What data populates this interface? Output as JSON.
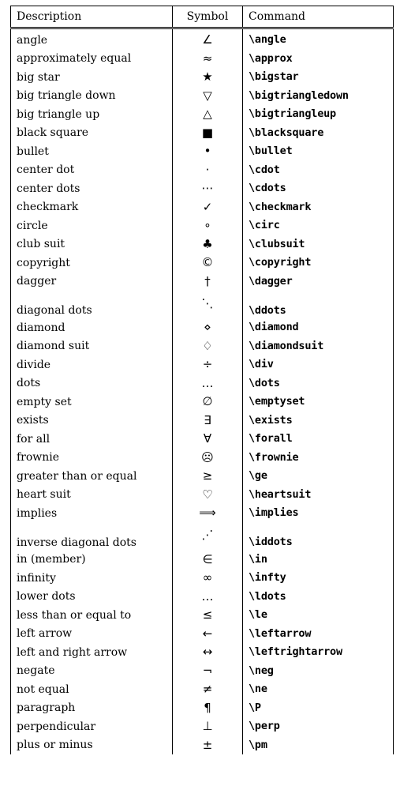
{
  "table": {
    "headers": {
      "description": "Description",
      "symbol": "Symbol",
      "command": "Command"
    },
    "rows": [
      {
        "description": "angle",
        "symbol": "∠",
        "command": "\\angle"
      },
      {
        "description": "approximately equal",
        "symbol": "≈",
        "command": "\\approx"
      },
      {
        "description": "big star",
        "symbol": "★",
        "command": "\\bigstar"
      },
      {
        "description": "big triangle down",
        "symbol": "▽",
        "command": "\\bigtriangledown"
      },
      {
        "description": "big triangle up",
        "symbol": "△",
        "command": "\\bigtriangleup"
      },
      {
        "description": "black square",
        "symbol": "■",
        "command": "\\blacksquare"
      },
      {
        "description": "bullet",
        "symbol": "•",
        "command": "\\bullet"
      },
      {
        "description": "center dot",
        "symbol": "·",
        "command": "\\cdot"
      },
      {
        "description": "center dots",
        "symbol": "⋯",
        "command": "\\cdots"
      },
      {
        "description": "checkmark",
        "symbol": "✓",
        "command": "\\checkmark"
      },
      {
        "description": "circle",
        "symbol": "∘",
        "command": "\\circ"
      },
      {
        "description": "club suit",
        "symbol": "♣",
        "command": "\\clubsuit"
      },
      {
        "description": "copyright",
        "symbol": "©",
        "command": "\\copyright"
      },
      {
        "description": "dagger",
        "symbol": "†",
        "command": "\\dagger"
      },
      {
        "description": "diagonal dots",
        "symbol": "⋱",
        "command": "\\ddots"
      },
      {
        "description": "diamond",
        "symbol": "⋄",
        "command": "\\diamond"
      },
      {
        "description": "diamond suit",
        "symbol": "♢",
        "command": "\\diamondsuit"
      },
      {
        "description": "divide",
        "symbol": "÷",
        "command": "\\div"
      },
      {
        "description": "dots",
        "symbol": "…",
        "command": "\\dots"
      },
      {
        "description": "empty set",
        "symbol": "∅",
        "command": "\\emptyset"
      },
      {
        "description": "exists",
        "symbol": "∃",
        "command": "\\exists"
      },
      {
        "description": "for all",
        "symbol": "∀",
        "command": "\\forall"
      },
      {
        "description": "frownie",
        "symbol": "☹",
        "command": "\\frownie"
      },
      {
        "description": "greater than or equal",
        "symbol": "≥",
        "command": "\\ge"
      },
      {
        "description": "heart suit",
        "symbol": "♡",
        "command": "\\heartsuit"
      },
      {
        "description": "implies",
        "symbol": "⟹",
        "command": "\\implies"
      },
      {
        "description": "inverse diagonal dots",
        "symbol": "⋰",
        "command": "\\iddots"
      },
      {
        "description": "in (member)",
        "symbol": "∈",
        "command": "\\in"
      },
      {
        "description": "infinity",
        "symbol": "∞",
        "command": "\\infty"
      },
      {
        "description": "lower dots",
        "symbol": "…",
        "command": "\\ldots"
      },
      {
        "description": "less than or equal to",
        "symbol": "≤",
        "command": "\\le"
      },
      {
        "description": "left arrow",
        "symbol": "←",
        "command": "\\leftarrow"
      },
      {
        "description": "left and right arrow",
        "symbol": "↔",
        "command": "\\leftrightarrow"
      },
      {
        "description": "negate",
        "symbol": "¬",
        "command": "\\neg"
      },
      {
        "description": "not equal",
        "symbol": "≠",
        "command": "\\ne"
      },
      {
        "description": "paragraph",
        "symbol": "¶",
        "command": "\\P"
      },
      {
        "description": "perpendicular",
        "symbol": "⊥",
        "command": "\\perp"
      },
      {
        "description": "plus or minus",
        "symbol": "±",
        "command": "\\pm"
      }
    ]
  }
}
